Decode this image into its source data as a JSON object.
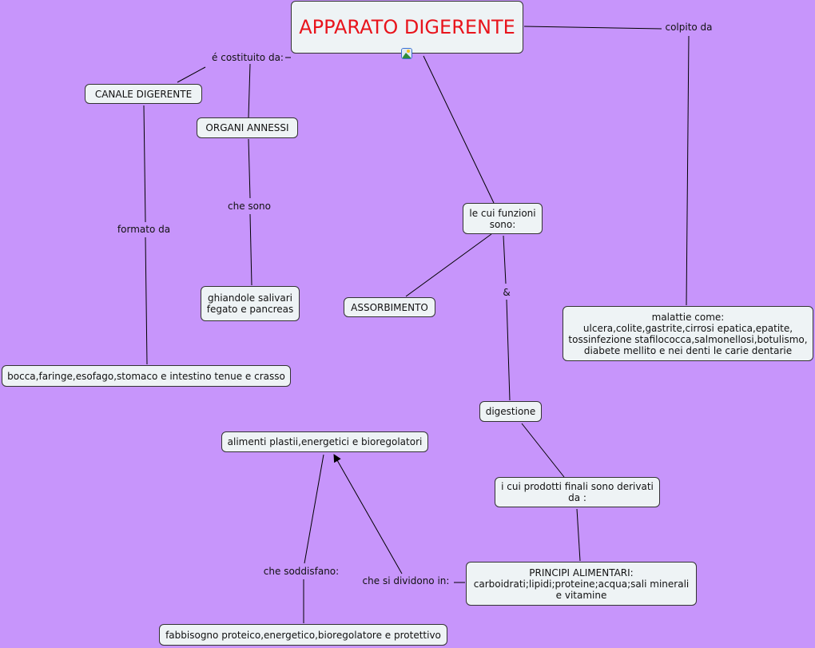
{
  "title": "APPARATO DIGERENTE",
  "colors": {
    "background": "#c795fb",
    "title": "#e8141c",
    "node": "#eef3f5"
  },
  "nodes": {
    "canale": "CANALE DIGERENTE",
    "organi": "ORGANI ANNESSI",
    "ghiandole": "ghiandole salivari\nfegato e pancreas",
    "bocca": "bocca,faringe,esofago,stomaco e intestino tenue e crasso",
    "assorbimento": "ASSORBIMENTO",
    "funzioni": "le cui funzioni\nsono:",
    "digestione": "digestione",
    "prodotti": "i cui prodotti finali sono derivati\nda :",
    "principi": "PRINCIPI ALIMENTARI:\ncarboidrati;lipidi;proteine;acqua;sali minerali\ne vitamine",
    "malattie": "malattie come:\nulcera,colite,gastrite,cirrosi epatica,epatite,\ntossinfezione stafilococca,salmonellosi,botulismo,\ndiabete mellito e nei denti le carie dentarie",
    "alimenti": "alimenti plastii,energetici e bioregolatori",
    "fabbisogno": "fabbisogno proteico,energetico,bioregolatore e protettivo"
  },
  "links": {
    "costituito": "é costituito da:",
    "colpito": "colpito da",
    "formato": "formato da",
    "chesono": "che sono",
    "and": "&",
    "soddisfano": "che soddisfano:",
    "dividono": "che si dividono in:"
  },
  "icons": {
    "attachment": "image-icon"
  }
}
